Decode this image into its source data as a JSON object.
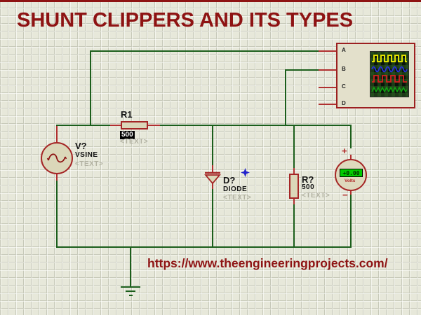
{
  "title": "SHUNT CLIPPERS AND ITS TYPES",
  "footer_url": "https://www.theengineeringprojects.com/",
  "source": {
    "ref": "V?",
    "model": "VSINE",
    "placeholder": "<TEXT>"
  },
  "r1": {
    "ref": "R1",
    "value": "500",
    "placeholder": "<TEXT>"
  },
  "diode": {
    "ref": "D?",
    "model": "DIODE",
    "placeholder": "<TEXT>"
  },
  "r2": {
    "ref": "R?",
    "value": "500",
    "placeholder": "<TEXT>"
  },
  "voltmeter": {
    "plus": "+",
    "minus": "−",
    "reading": "+0.00",
    "unit": "Volts"
  },
  "oscilloscope": {
    "channels": [
      "A",
      "B",
      "C",
      "D"
    ],
    "waveforms": [
      "square",
      "sine",
      "square",
      "triangle"
    ]
  },
  "colors": {
    "title_text": "#8e1313",
    "wire": "#1b5e1b",
    "component_outline": "#a52626",
    "component_fill": "#dbd7b9",
    "canvas": "#e7e8da",
    "trace_a": "#e0e000",
    "trace_b": "#2830e0",
    "trace_c": "#d42020",
    "trace_d": "#10a410",
    "meter_display": "#00cc00",
    "selection_marker": "#2222cc"
  }
}
